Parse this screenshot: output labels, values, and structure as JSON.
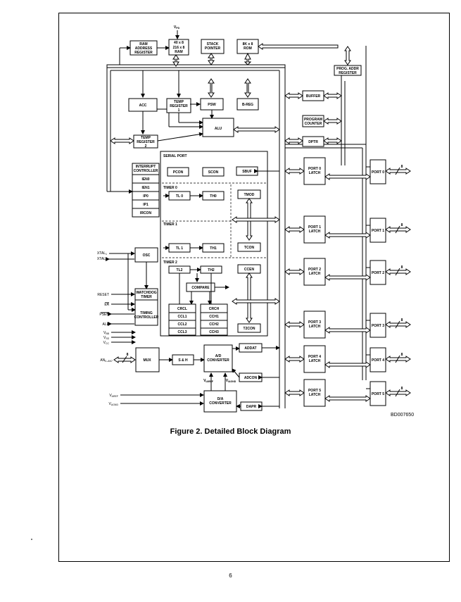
{
  "blocks": {
    "vpd": "V",
    "vpd_sub": "PD",
    "ram_addr": [
      "RAM",
      "ADDRESS",
      "REGISTER"
    ],
    "ram": [
      "40 x 8",
      "216 x 8",
      "RAM"
    ],
    "stack_ptr": [
      "STACK",
      "POINTER"
    ],
    "rom": [
      "8K x 8",
      "ROM"
    ],
    "prog_addr": [
      "PROG. ADDR",
      "REGISTER"
    ],
    "acc": "ACC",
    "temp1": [
      "TEMP",
      "REGISTER",
      "1"
    ],
    "psw": "PSW",
    "breg": "B-REG",
    "buffer": "BUFFER",
    "prog_counter": [
      "PROGRAM",
      "COUNTER"
    ],
    "alu": "ALU",
    "temp2": [
      "TEMP",
      "REGISTER",
      "2"
    ],
    "dptr": "DPTR",
    "int_ctrl": [
      "INTERRUPT",
      "CONTROLLER"
    ],
    "int_regs": [
      "IEN0",
      "IEN1",
      "IP0",
      "IP1",
      "IRCON"
    ],
    "serial_port": "SERIAL PORT",
    "pcon": "PCON",
    "scon": "SCON",
    "sbuf": "SBUF",
    "timer0": "TIMER 0",
    "tl0": "TL 0",
    "th0": "TH0",
    "tmod": "TMOD",
    "timer1": "TIMER 1",
    "tl1": "TL 1",
    "th1": "TH1",
    "tcon": "TCON",
    "timer2": "TIMER 2",
    "tl2": "TL2",
    "th2": "TH2",
    "ccen": "CCEN",
    "compare": "COMPARE",
    "capture_regs_l": [
      "CRCL",
      "CCL1",
      "CCL2",
      "CCL3"
    ],
    "capture_regs_h": [
      "CRCH",
      "CCH1",
      "CCH2",
      "CCH3"
    ],
    "t2con": "T2CON",
    "osc": "OSC",
    "watchdog": [
      "WATCHDOG",
      "TIMER"
    ],
    "timing": [
      "TIMING",
      "CONTROLLER"
    ],
    "mux": "MUX",
    "sh": "S & H",
    "ad_conv": [
      "A/D",
      "CONVERTER"
    ],
    "da_conv": [
      "D/A",
      "CONVERTER"
    ],
    "addat": "ADDAT",
    "adcon": "ADCON",
    "dapr": "DAPR",
    "varef_int": "V",
    "varef_int_sub": "IAREF",
    "vagnd_int": "V",
    "vagnd_int_sub": "IAGND",
    "port_latches": [
      [
        "PORT 0",
        "LATCH"
      ],
      [
        "PORT 1",
        "LATCH"
      ],
      [
        "PORT 2",
        "LATCH"
      ],
      [
        "PORT 3",
        "LATCH"
      ],
      [
        "PORT 4",
        "LATCH"
      ],
      [
        "PORT 5",
        "LATCH"
      ]
    ],
    "ports": [
      "PORT 0",
      "PORT 1",
      "PORT 2",
      "PORT 3",
      "PORT 4",
      "PORT 5"
    ],
    "port_width": "8"
  },
  "pins": {
    "xtal1": "XTAL",
    "xtal1_sub": "1",
    "xtal2": "XTAL",
    "xtal2_sub": "2",
    "reset": "RESET",
    "ea": "EA",
    "psen": "PSEN",
    "ale": "ALE",
    "vbb": "V",
    "vbb_sub": "BB",
    "vss": "V",
    "vss_sub": "SS",
    "vcc": "V",
    "vcc_sub": "CC",
    "an": "AN",
    "an_range": "0–AN",
    "an_sub": "7",
    "an_width": "8",
    "varef": "V",
    "varef_sub": "AREF",
    "vagnd": "V",
    "vagnd_sub": "AGND"
  },
  "doc_id": "BD007650",
  "caption": "Figure 2. Detailed Block Diagram",
  "page_number": "6"
}
